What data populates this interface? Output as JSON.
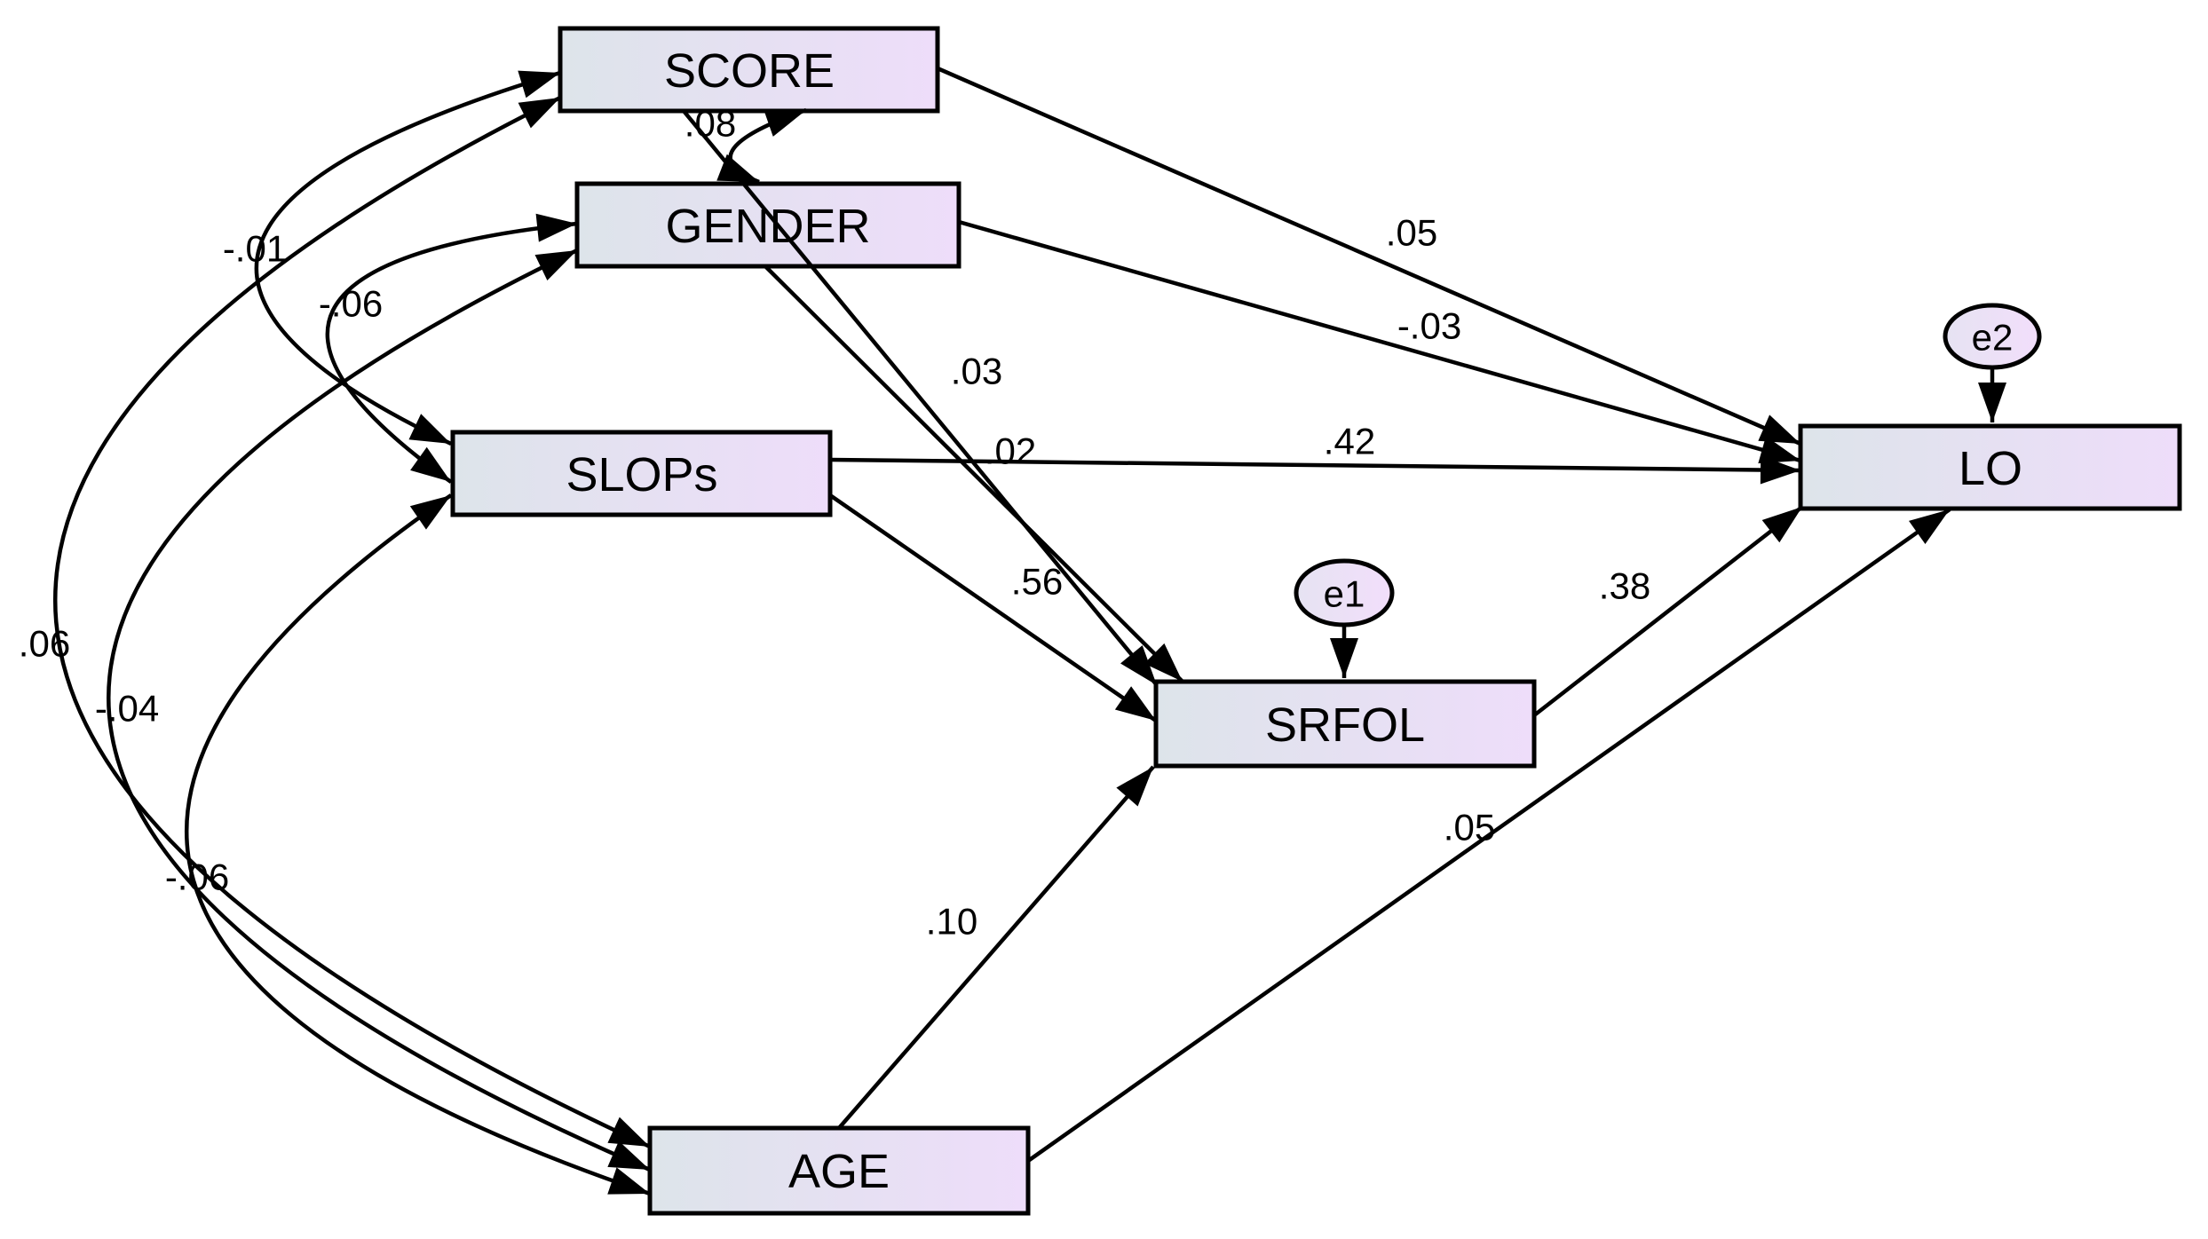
{
  "diagram": {
    "kind": "structural-equation-path-diagram",
    "nodes": [
      {
        "id": "score",
        "label": "SCORE",
        "shape": "rectangle"
      },
      {
        "id": "gender",
        "label": "GENDER",
        "shape": "rectangle"
      },
      {
        "id": "slops",
        "label": "SLOPs",
        "shape": "rectangle"
      },
      {
        "id": "age",
        "label": "AGE",
        "shape": "rectangle"
      },
      {
        "id": "srfol",
        "label": "SRFOL",
        "shape": "rectangle"
      },
      {
        "id": "lo",
        "label": "LO",
        "shape": "rectangle"
      }
    ],
    "errors": [
      {
        "id": "e1",
        "label": "e1",
        "attached_to": "SRFOL"
      },
      {
        "id": "e2",
        "label": "e2",
        "attached_to": "LO"
      }
    ],
    "regressions": [
      {
        "from": "SCORE",
        "to": "LO",
        "weight": ".05"
      },
      {
        "from": "GENDER",
        "to": "LO",
        "weight": "-.03"
      },
      {
        "from": "SLOPs",
        "to": "LO",
        "weight": ".42"
      },
      {
        "from": "SRFOL",
        "to": "LO",
        "weight": ".38"
      },
      {
        "from": "AGE",
        "to": "LO",
        "weight": ".05"
      },
      {
        "from": "SCORE",
        "to": "SRFOL",
        "weight": ".03"
      },
      {
        "from": "GENDER",
        "to": "SRFOL",
        "weight": ".02"
      },
      {
        "from": "SLOPs",
        "to": "SRFOL",
        "weight": ".56"
      },
      {
        "from": "AGE",
        "to": "SRFOL",
        "weight": ".10"
      }
    ],
    "covariances": [
      {
        "between": "SCORE-GENDER",
        "value": ".08"
      },
      {
        "between": "SCORE-SLOPs",
        "value": "-.01"
      },
      {
        "between": "GENDER-SLOPs",
        "value": "-.06"
      },
      {
        "between": "SCORE-AGE",
        "value": ".06"
      },
      {
        "between": "GENDER-AGE",
        "value": "-.04"
      },
      {
        "between": "SLOPs-AGE",
        "value": "-.06"
      }
    ],
    "colors": {
      "box_fill_left": "#dde4ea",
      "box_fill_right": "#eeddfa",
      "ellipse_fill_left": "#e6e3f2",
      "ellipse_fill_right": "#f2defb",
      "stroke": "#000000",
      "background": "#ffffff"
    }
  }
}
